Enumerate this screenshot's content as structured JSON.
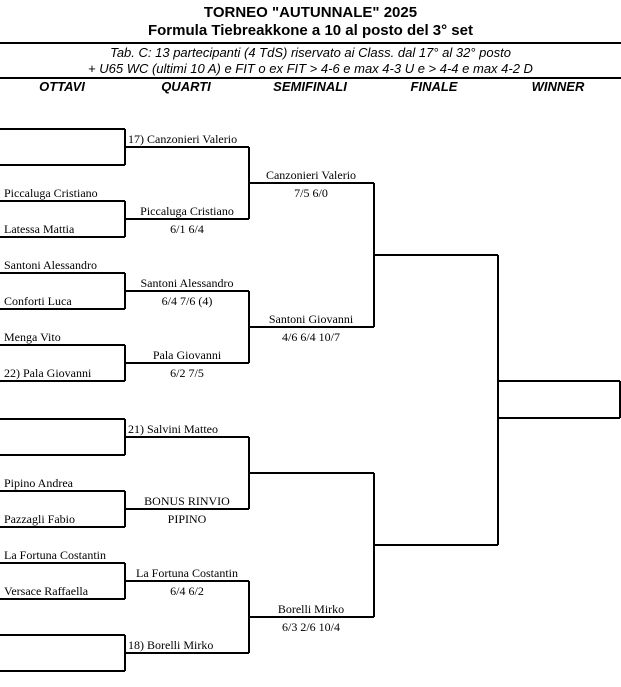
{
  "header": {
    "title": "TORNEO  \"AUTUNNALE\"  2025",
    "subtitle": "Formula Tiebreakkone a 10 al posto del 3° set",
    "info_line1": "Tab. C: 13 partecipanti (4 TdS) riservato ai Class. dal 17° al 32° posto",
    "info_line2": "+ U65 WC (ultimi 10 A) e FIT o ex FIT > 4-6 e max 4-3 U e > 4-4 e max 4-2 D"
  },
  "columns": [
    "OTTAVI",
    "QUARTI",
    "SEMIFINALI",
    "FINALE",
    "WINNER"
  ],
  "ottavi": [
    "",
    "",
    "Piccaluga Cristiano",
    "Latessa Mattia",
    "Santoni Alessandro",
    "Conforti Luca",
    "Menga Vito",
    "22) Pala Giovanni",
    "",
    "",
    "Pipino Andrea",
    "Pazzagli Fabio",
    "La Fortuna Costantin",
    "Versace Raffaella",
    "",
    ""
  ],
  "quarti": [
    {
      "name": "17) Canzonieri Valerio",
      "score": ""
    },
    {
      "name": "Piccaluga Cristiano",
      "score": "6/1  6/4"
    },
    {
      "name": "Santoni Alessandro",
      "score": "6/4  7/6 (4)"
    },
    {
      "name": "Pala Giovanni",
      "score": "6/2  7/5"
    },
    {
      "name": "21) Salvini Matteo",
      "score": ""
    },
    {
      "name": "BONUS RINVIO",
      "score": "PIPINO"
    },
    {
      "name": "La Fortuna Costantin",
      "score": "6/4  6/2"
    },
    {
      "name": "18) Borelli Mirko",
      "score": ""
    }
  ],
  "semifinali": [
    {
      "name": "Canzonieri Valerio",
      "score": "7/5  6/0"
    },
    {
      "name": "Santoni Giovanni",
      "score": "4/6  6/4  10/7"
    },
    {
      "name": "",
      "score": ""
    },
    {
      "name": "Borelli Mirko",
      "score": "6/3  2/6  10/4"
    }
  ],
  "finale": [
    {
      "name": ""
    },
    {
      "name": ""
    }
  ],
  "winner": {
    "name": ""
  }
}
